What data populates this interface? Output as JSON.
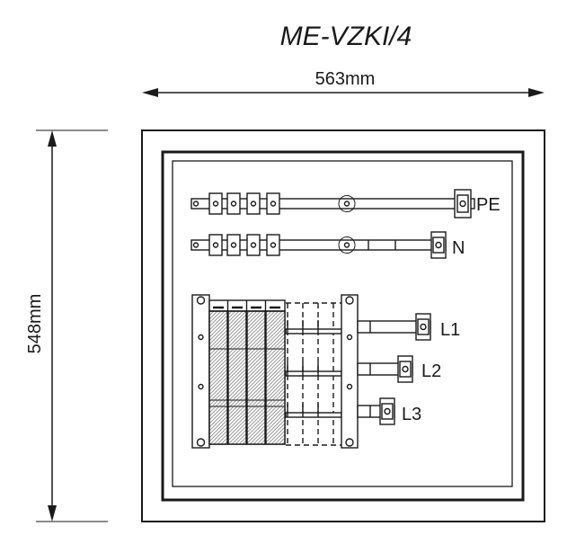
{
  "title": "ME-VZKI/4",
  "dimensions": {
    "width_label": "563mm",
    "height_label": "548mm"
  },
  "busbars": [
    {
      "label": "PE"
    },
    {
      "label": "N"
    }
  ],
  "phases": [
    {
      "label": "L1"
    },
    {
      "label": "L2"
    },
    {
      "label": "L3"
    }
  ],
  "colors": {
    "line": "#1a1a1a",
    "hatch": "#9a9a9a",
    "background": "#ffffff"
  }
}
